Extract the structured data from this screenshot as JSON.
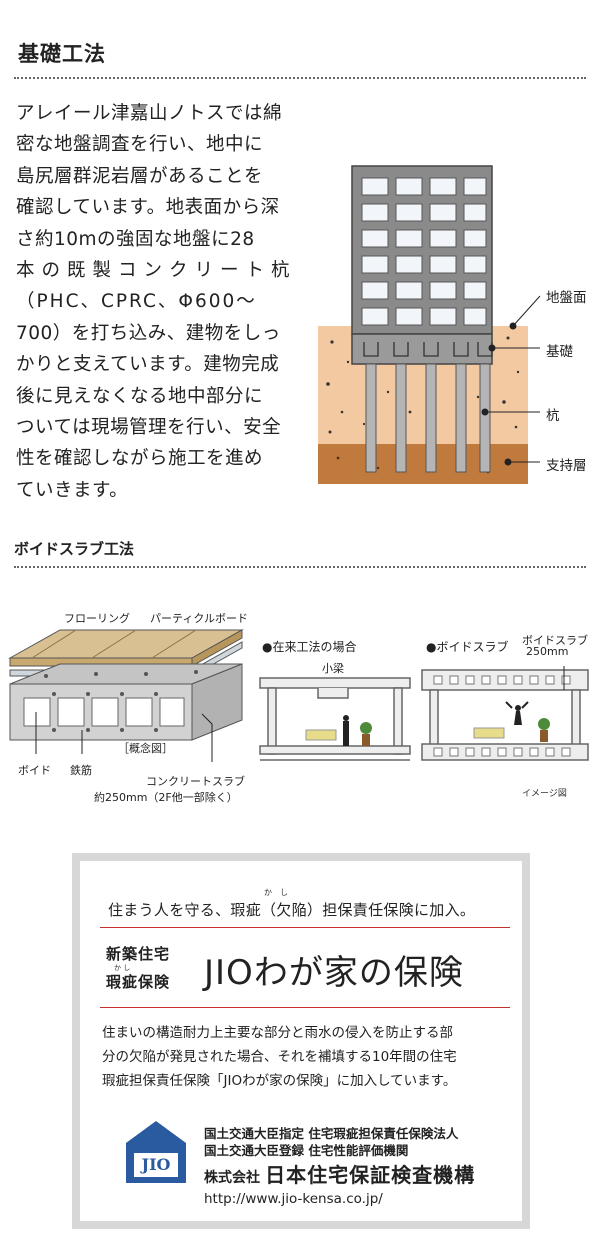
{
  "foundation": {
    "title": "基礎工法",
    "lines": [
      "アレイール津嘉山ノトスでは綿",
      "密な地盤調査を行い、地中に",
      "島尻層群泥岩層があることを",
      "確認しています。地表面から深",
      "さ約10mの強固な地盤に28",
      "本の既製コンクリート杭",
      "（PHC、CPRC、Φ600〜",
      "700）を打ち込み、建物をしっ",
      "かりと支えています。建物完成",
      "後に見えなくなる地中部分に",
      "ついては現場管理を行い、安全",
      "性を確認しながら施工を進め",
      "ていきます。"
    ],
    "diagram_labels": {
      "ground": "地盤面",
      "base": "基礎",
      "pile": "杭",
      "support": "支持層"
    }
  },
  "void_slab": {
    "title": "ボイドスラブ工法",
    "labels": {
      "flooring": "フローリング",
      "particle": "パーティクルボード",
      "concept": "［概念図］",
      "void": "ボイド",
      "rebar": "鉄筋",
      "slab": "コンクリートスラブ",
      "slab_note": "約250mm（2F他一部除く）",
      "conventional": "●在来工法の場合",
      "beam": "小梁",
      "voidslab_case": "●ボイドスラブ",
      "voidslab_dim1": "ボイドスラブ",
      "voidslab_dim2": "250mm",
      "image_note": "イメージ図"
    }
  },
  "insurance": {
    "tagline": "住まう人を守る、瑕疵（欠陥）担保責任保険に加入。",
    "furigana_kashi": "か　し",
    "furigana_kashi2": "か し",
    "left_line1": "新築住宅",
    "left_line2": "瑕疵保険",
    "headline": "JIOわが家の保険",
    "desc_lines": [
      "住まいの構造耐力上主要な部分と雨水の侵入を防止する部",
      "分の欠陥が発見された場合、それを補填する10年間の住宅",
      "瑕疵担保責任保険「JIOわが家の保険」に加入しています。"
    ],
    "logo_text": "JIO",
    "org_line1": "国土交通大臣指定 住宅瑕疵担保責任保険法人",
    "org_line2": "国土交通大臣登録 住宅性能評価機関",
    "org_name_prefix": "株式会社",
    "org_name": "日本住宅保証検査機構",
    "url": "http://www.jio-kensa.co.jp/",
    "colors": {
      "accent_red": "#c9302c",
      "logo_blue": "#2a5aa0",
      "frame_gray": "#d7d7d7"
    }
  }
}
